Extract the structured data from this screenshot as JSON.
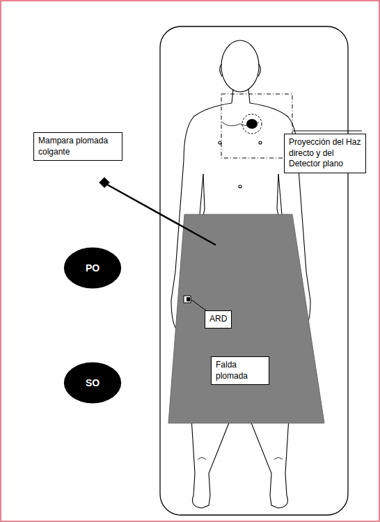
{
  "diagram": {
    "nodes": [
      {
        "text": [
          "Mampara plomada colgante"
        ]
      },
      {
        "text": [
          "Proyección del Haz directo y del Detector plano"
        ]
      },
      {
        "text": [
          "PO"
        ]
      },
      {
        "text": [
          "SO"
        ]
      },
      {
        "text": [
          "ARD"
        ]
      },
      {
        "text": [
          "Falda plomada"
        ]
      }
    ]
  }
}
